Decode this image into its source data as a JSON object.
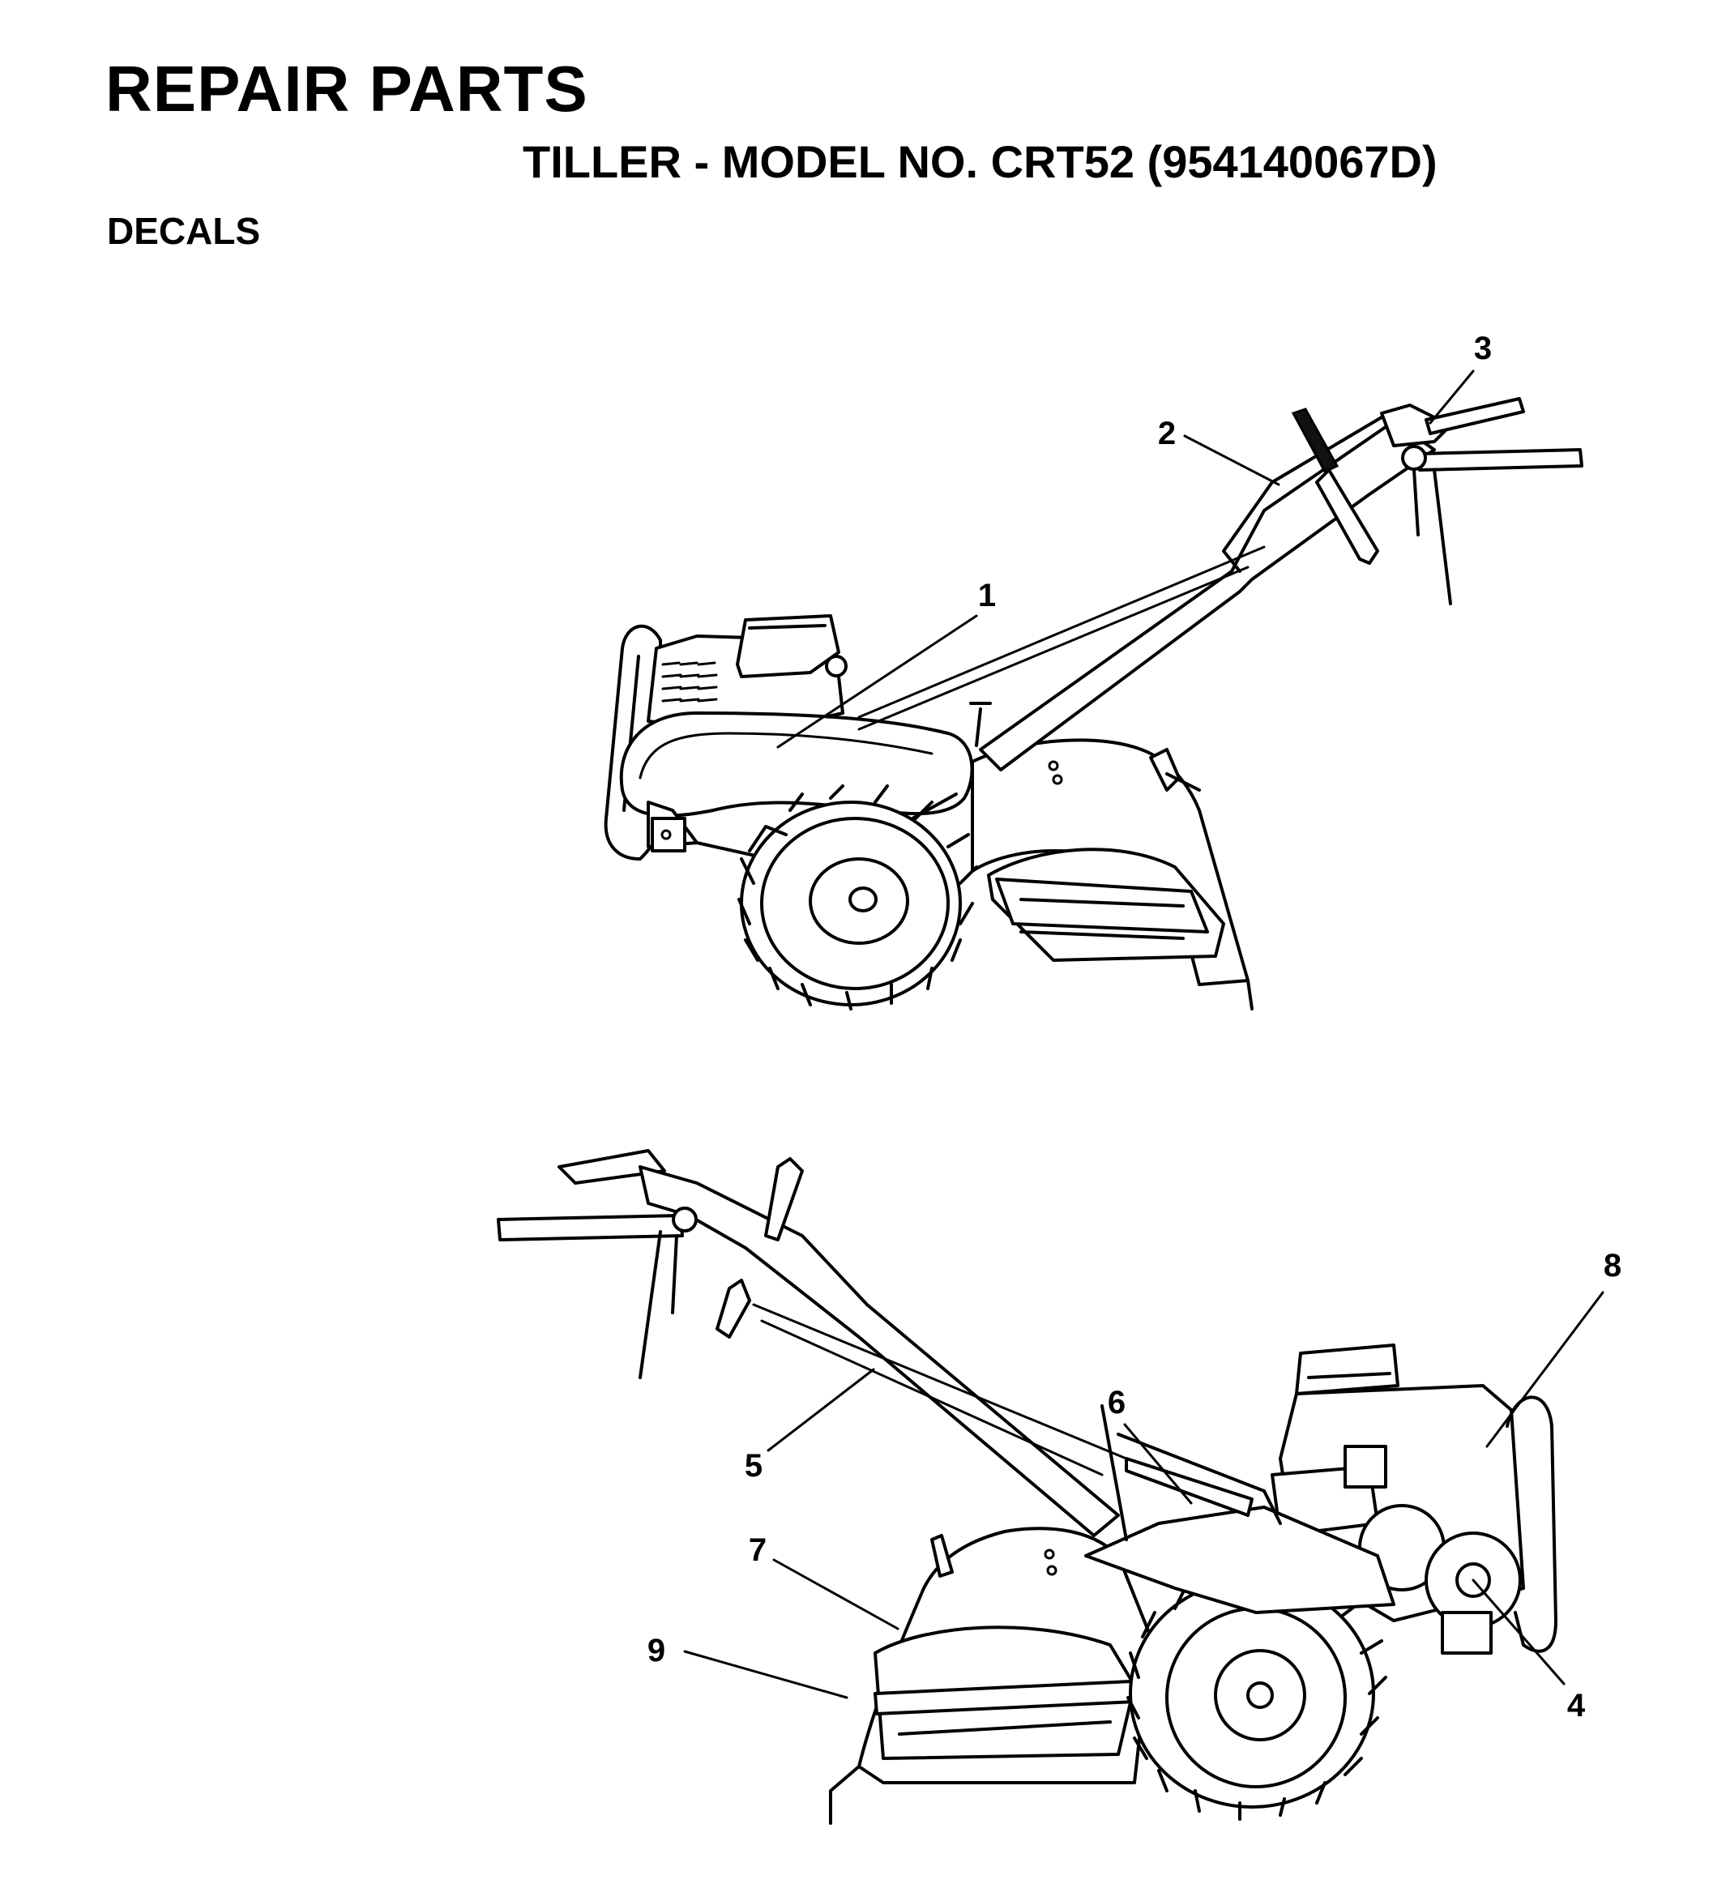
{
  "header": {
    "title": "REPAIR PARTS",
    "subtitle": "TILLER - MODEL NO. CRT52  (954140067D)",
    "section": "DECALS"
  },
  "callouts": [
    "1",
    "2",
    "3",
    "4",
    "5",
    "6",
    "7",
    "8",
    "9"
  ]
}
